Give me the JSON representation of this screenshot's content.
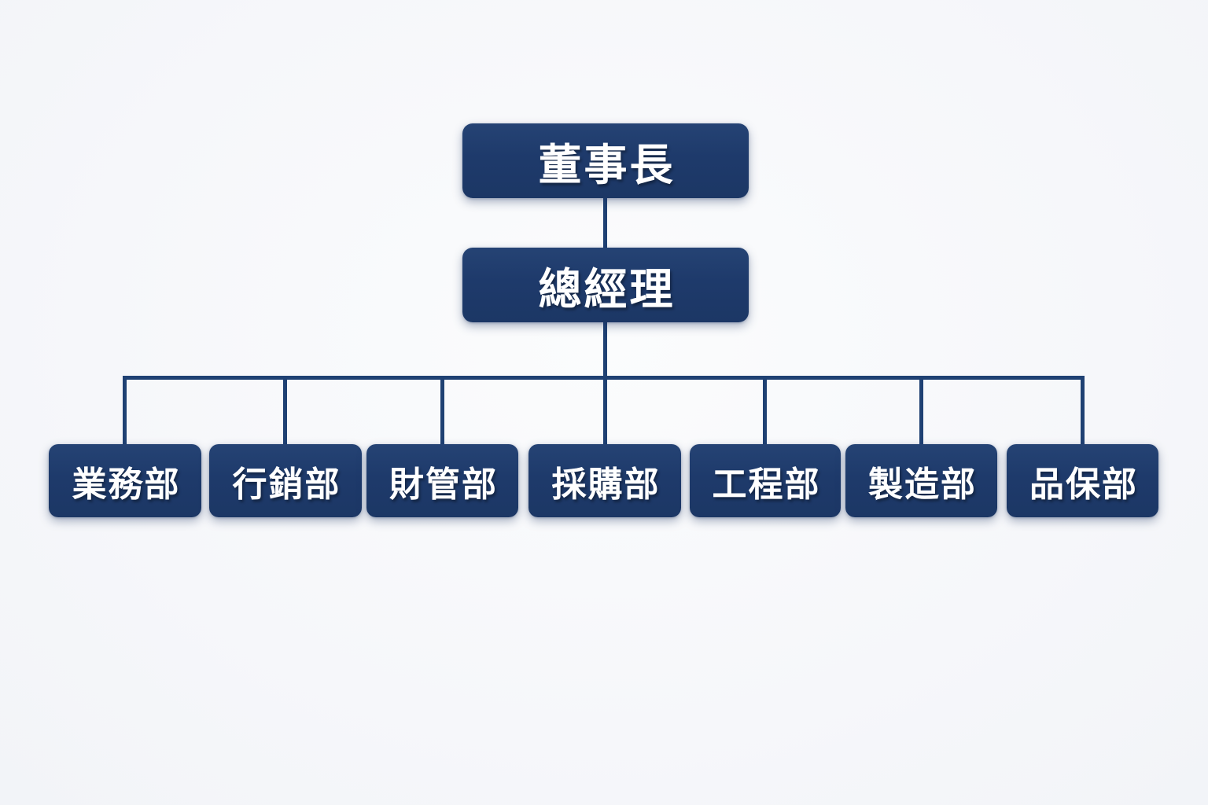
{
  "org_chart": {
    "type": "organization-chart",
    "chairman": {
      "label": "董事長"
    },
    "general_manager": {
      "label": "總經理",
      "reports_to": "董事長"
    },
    "departments": [
      {
        "label": "業務部",
        "reports_to": "總經理"
      },
      {
        "label": "行銷部",
        "reports_to": "總經理"
      },
      {
        "label": "財管部",
        "reports_to": "總經理"
      },
      {
        "label": "採購部",
        "reports_to": "總經理"
      },
      {
        "label": "工程部",
        "reports_to": "總經理"
      },
      {
        "label": "製造部",
        "reports_to": "總經理"
      },
      {
        "label": "品保部",
        "reports_to": "總經理"
      }
    ],
    "colors": {
      "node_fill": "#1e3a6b",
      "node_text": "#ffffff",
      "connector": "#1f4173",
      "background": "#f7f8fa"
    }
  }
}
